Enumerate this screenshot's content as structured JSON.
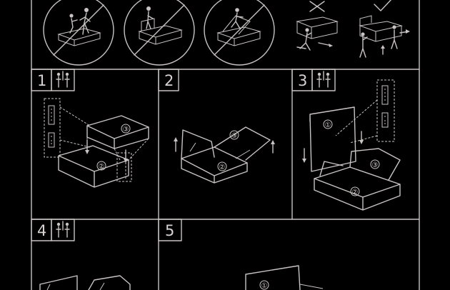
{
  "steps": [
    {
      "number": "1",
      "two_person": true
    },
    {
      "number": "2",
      "two_person": false
    },
    {
      "number": "3",
      "two_person": true
    },
    {
      "number": "4",
      "two_person": true
    },
    {
      "number": "5",
      "two_person": false
    }
  ],
  "part_labels": {
    "one": "①",
    "two": "②",
    "three": "③"
  },
  "colors": {
    "background": "#000000",
    "line": "#c9c3c3"
  },
  "icons": [
    "prohibited-sign",
    "cross-mark",
    "check-mark",
    "two-person-icon",
    "arrow"
  ]
}
